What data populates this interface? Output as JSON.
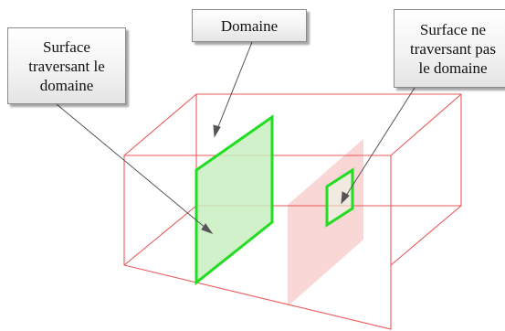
{
  "labels": {
    "left": {
      "lines": [
        "Surface",
        "traversant le",
        "domaine"
      ]
    },
    "center": {
      "lines": [
        "Domaine"
      ]
    },
    "right": {
      "lines": [
        "Surface ne",
        "traversant pas",
        "le domaine"
      ]
    }
  },
  "colors": {
    "domain_edges": "#e85a5a",
    "crossing_surface_fill": "#c8efc0",
    "crossing_surface_edge": "#22dd22",
    "ghost_plane_fill": "#f7c9c9",
    "leader_lines": "#555555",
    "box_border": "#8a8a8a"
  }
}
